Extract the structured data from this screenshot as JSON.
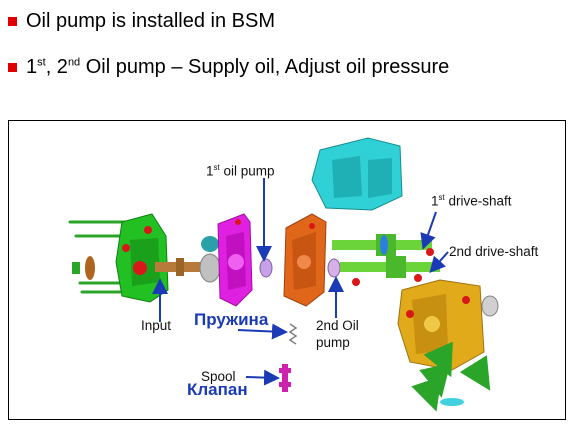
{
  "bullets": [
    {
      "text": "Oil pump is installed in BSM"
    },
    {
      "prefix_1": "1",
      "sup_1": "st",
      "mid": ", 2",
      "sup_2": "nd",
      "rest": " Oil pump – Supply oil, Adjust oil pressure"
    }
  ],
  "diagram": {
    "label_first_pump": {
      "num": "1",
      "sup": "st",
      "text": " oil pump"
    },
    "label_first_drive": {
      "num": "1",
      "sup": "st",
      "text": " drive-shaft"
    },
    "label_second_drive": "2nd drive-shaft",
    "label_input": "Input",
    "label_second_pump_line1": "2nd Oil",
    "label_second_pump_line2": "pump",
    "label_spool": "Spool",
    "label_spring_ru": "Пружина",
    "label_valve_ru": "Клапан"
  },
  "colors": {
    "bullet": "#e00000",
    "arrow": "#1a3bb5",
    "housing_green": "#22c022",
    "pump_magenta": "#e020e0",
    "pump_orange": "#e0661a",
    "cover_cyan": "#2fd0d6",
    "gear_green": "#6ad43a",
    "housing_gold": "#e0aa1a"
  }
}
